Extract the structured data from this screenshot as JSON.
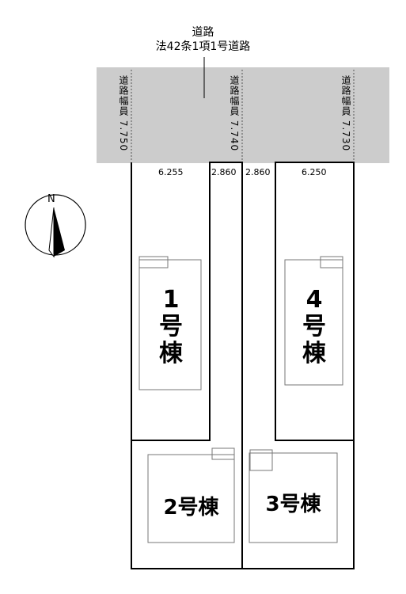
{
  "road": {
    "title": "道路",
    "subtitle": "法42条1項1号道路",
    "color": "#cccccc",
    "widths": [
      {
        "label": "道路幅員 7.750"
      },
      {
        "label": "道路幅員 7.740"
      },
      {
        "label": "道路幅員 7.730"
      }
    ]
  },
  "frontage": {
    "lot1": "6.255",
    "passage_left": "2.860",
    "passage_right": "2.860",
    "lot4": "6.250"
  },
  "compass": {
    "north_label": "N"
  },
  "buildings": {
    "b1": {
      "number": "1",
      "unit": "号",
      "suffix": "棟"
    },
    "b4": {
      "number": "4",
      "unit": "号",
      "suffix": "棟"
    },
    "b2": {
      "label": "2号棟"
    },
    "b3": {
      "label": "3号棟"
    }
  }
}
